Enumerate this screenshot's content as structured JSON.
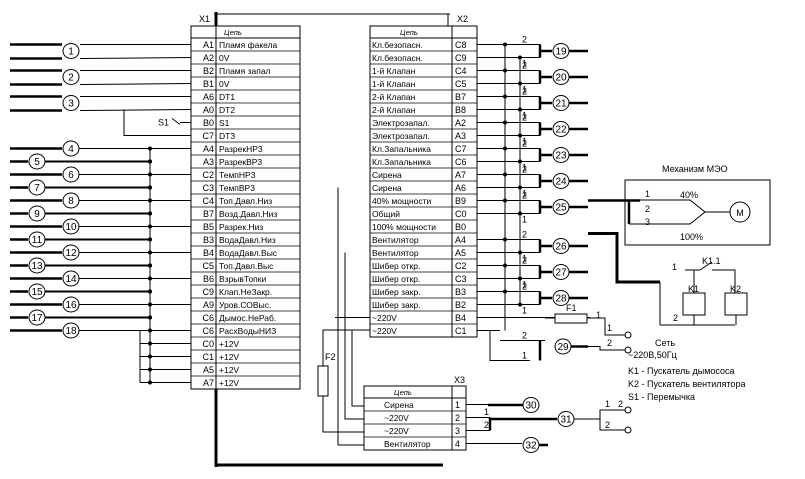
{
  "x1": {
    "name": "X1",
    "header": "Цепь",
    "rows": [
      {
        "pin": "A1",
        "label": "Пламя факела"
      },
      {
        "pin": "A2",
        "label": "0V"
      },
      {
        "pin": "B2",
        "label": "Пламя запал"
      },
      {
        "pin": "B1",
        "label": "0V"
      },
      {
        "pin": "A6",
        "label": "DT1"
      },
      {
        "pin": "A0",
        "label": "DT2"
      },
      {
        "pin": "B0",
        "label": "S1"
      },
      {
        "pin": "C7",
        "label": "DT3"
      },
      {
        "pin": "A4",
        "label": "РазрекНР3"
      },
      {
        "pin": "A3",
        "label": "РазрекВР3"
      },
      {
        "pin": "C2",
        "label": "ТемпНР3"
      },
      {
        "pin": "C3",
        "label": "ТемпВР3"
      },
      {
        "pin": "C4",
        "label": "Топ.Давл.Низ"
      },
      {
        "pin": "B7",
        "label": "Возд.Давл.Низ"
      },
      {
        "pin": "B5",
        "label": "Разрек.Низ"
      },
      {
        "pin": "B3",
        "label": "ВодаДавл.Низ"
      },
      {
        "pin": "B4",
        "label": "ВодаДавл.Выс"
      },
      {
        "pin": "C5",
        "label": "Топ.Давл.Выс"
      },
      {
        "pin": "B6",
        "label": "ВзрывТопки"
      },
      {
        "pin": "C9",
        "label": "Клап.НеЗакр."
      },
      {
        "pin": "A9",
        "label": "Уров.СОВыс."
      },
      {
        "pin": "C6",
        "label": "Дымос.НеРаб."
      },
      {
        "pin": "C6",
        "label": "РасхВодыНИЗ"
      },
      {
        "pin": "C0",
        "label": "+12V"
      },
      {
        "pin": "C1",
        "label": "+12V"
      },
      {
        "pin": "A5",
        "label": "+12V"
      },
      {
        "pin": "A7",
        "label": "+12V"
      }
    ]
  },
  "x2": {
    "name": "X2",
    "header": "Цепь",
    "rows": [
      {
        "pin": "C8",
        "label": "Кл.безопасн."
      },
      {
        "pin": "C9",
        "label": "Кл.безопасн."
      },
      {
        "pin": "C4",
        "label": "1-й Клапан"
      },
      {
        "pin": "C5",
        "label": "1-й Клапан"
      },
      {
        "pin": "B7",
        "label": "2-й Клапан"
      },
      {
        "pin": "B8",
        "label": "2-й Клапан"
      },
      {
        "pin": "A2",
        "label": "Электрозапал."
      },
      {
        "pin": "A3",
        "label": "Электрозапал."
      },
      {
        "pin": "C7",
        "label": "Кл.Запальника"
      },
      {
        "pin": "C6",
        "label": "Кл.Запальника"
      },
      {
        "pin": "A7",
        "label": "Сирена"
      },
      {
        "pin": "A6",
        "label": "Сирена"
      },
      {
        "pin": "B9",
        "label": "40% мощности"
      },
      {
        "pin": "C0",
        "label": "Общий"
      },
      {
        "pin": "B0",
        "label": "100% мощности"
      },
      {
        "pin": "A4",
        "label": "Вентилятор"
      },
      {
        "pin": "A5",
        "label": "Вентилятор"
      },
      {
        "pin": "C2",
        "label": "Шибер откр."
      },
      {
        "pin": "C3",
        "label": "Шибер откр."
      },
      {
        "pin": "B3",
        "label": "Шибер закр."
      },
      {
        "pin": "B2",
        "label": "Шибер закр."
      },
      {
        "pin": "B4",
        "label": "~220V"
      },
      {
        "pin": "C1",
        "label": "~220V"
      }
    ]
  },
  "x3": {
    "name": "X3",
    "header": "Цепь",
    "rows": [
      {
        "pin": "1",
        "label": "Сирена"
      },
      {
        "pin": "2",
        "label": "~220V"
      },
      {
        "pin": "3",
        "label": "~220V"
      },
      {
        "pin": "4",
        "label": "Вентилятор"
      }
    ]
  },
  "left_cables": [
    "1",
    "2",
    "3",
    "4",
    "5",
    "6",
    "7",
    "8",
    "9",
    "10",
    "11",
    "12",
    "13",
    "14",
    "15",
    "16",
    "17",
    "18"
  ],
  "right_cables": [
    "19",
    "20",
    "21",
    "22",
    "23",
    "24",
    "25",
    "26",
    "27",
    "28",
    "29"
  ],
  "x3_cables": [
    "30",
    "31",
    "32"
  ],
  "wire_numbers": {
    "one": "1",
    "two": "2",
    "three": "3"
  },
  "s1_label": "S1",
  "f1_label": "F1",
  "f2_label": "F2",
  "meo": {
    "title": "Механизм МЭО",
    "pct40": "40%",
    "pct100": "100%",
    "motor": "M"
  },
  "relay": {
    "k1_1": "K1.1",
    "k1": "K1",
    "k2": "K2"
  },
  "network": "Сеть\n~220В,50Гц",
  "legend": [
    "K1 - Пускатель дымососа",
    "K2 - Пускатель вентилятора",
    "S1 - Перемычка"
  ]
}
